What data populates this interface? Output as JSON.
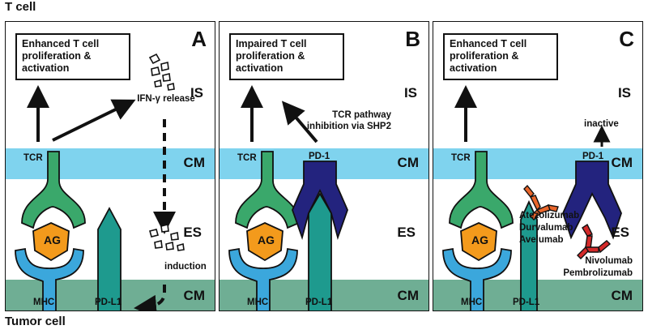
{
  "labels": {
    "t_cell": "T cell",
    "tumor_cell": "Tumor cell"
  },
  "zones": {
    "is": "IS",
    "cm": "CM",
    "es": "ES"
  },
  "molecules": {
    "tcr": "TCR",
    "ag": "AG",
    "mhc": "MHC",
    "pd1": "PD-1",
    "pdl1": "PD-L1"
  },
  "panels": [
    {
      "letter": "A",
      "outcome": "Enhanced T cell proliferation & activation",
      "ifn": "IFN-γ release",
      "induction": "induction"
    },
    {
      "letter": "B",
      "outcome": "Impaired T cell proliferation & activation",
      "inhibition": "TCR pathway inhibition via SHP2"
    },
    {
      "letter": "C",
      "outcome": "Enhanced T cell proliferation & activation",
      "inactive": "inactive",
      "anti_pdl1_drugs": [
        "Atezolizumab",
        "Durvalumab",
        "Avelumab"
      ],
      "anti_pd1_drugs": [
        "Nivolumab",
        "Pembrolizumab"
      ]
    }
  ],
  "colors": {
    "cm_upper": "#7fd3ee",
    "cm_lower": "#6fae94",
    "tcr": "#3aa86b",
    "mhc": "#3ba7dc",
    "antigen": "#f39a1c",
    "pdl1": "#1e9a8e",
    "pd1": "#23237e",
    "anti_pdl1": "#e9662b",
    "anti_pd1": "#d42a2a"
  }
}
